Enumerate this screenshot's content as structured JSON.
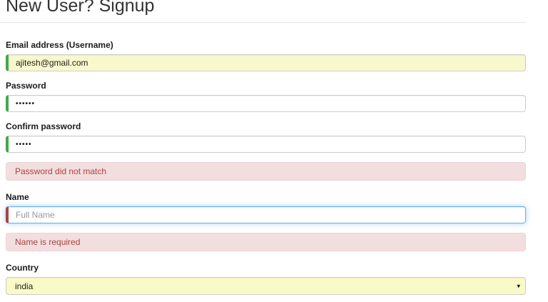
{
  "page": {
    "title": "New User? Signup"
  },
  "form": {
    "email": {
      "label": "Email address (Username)",
      "value": "ajitesh@gmail.com"
    },
    "password": {
      "label": "Password",
      "value": "••••••"
    },
    "confirm_password": {
      "label": "Confirm password",
      "value": "•••••"
    },
    "password_error": "Password did not match",
    "name": {
      "label": "Name",
      "placeholder": "Full Name",
      "value": ""
    },
    "name_error": "Name is required",
    "country": {
      "label": "Country",
      "value": "india"
    }
  },
  "icons": {
    "dropdown_arrow": "▾"
  },
  "colors": {
    "valid_border": "#42A948",
    "invalid_border": "#a94442",
    "error_bg": "#f2dede",
    "error_text": "#a94442",
    "autofill_bg": "#f8f8cd",
    "select_bg": "#fafac8",
    "focus_border": "#66afe9"
  }
}
